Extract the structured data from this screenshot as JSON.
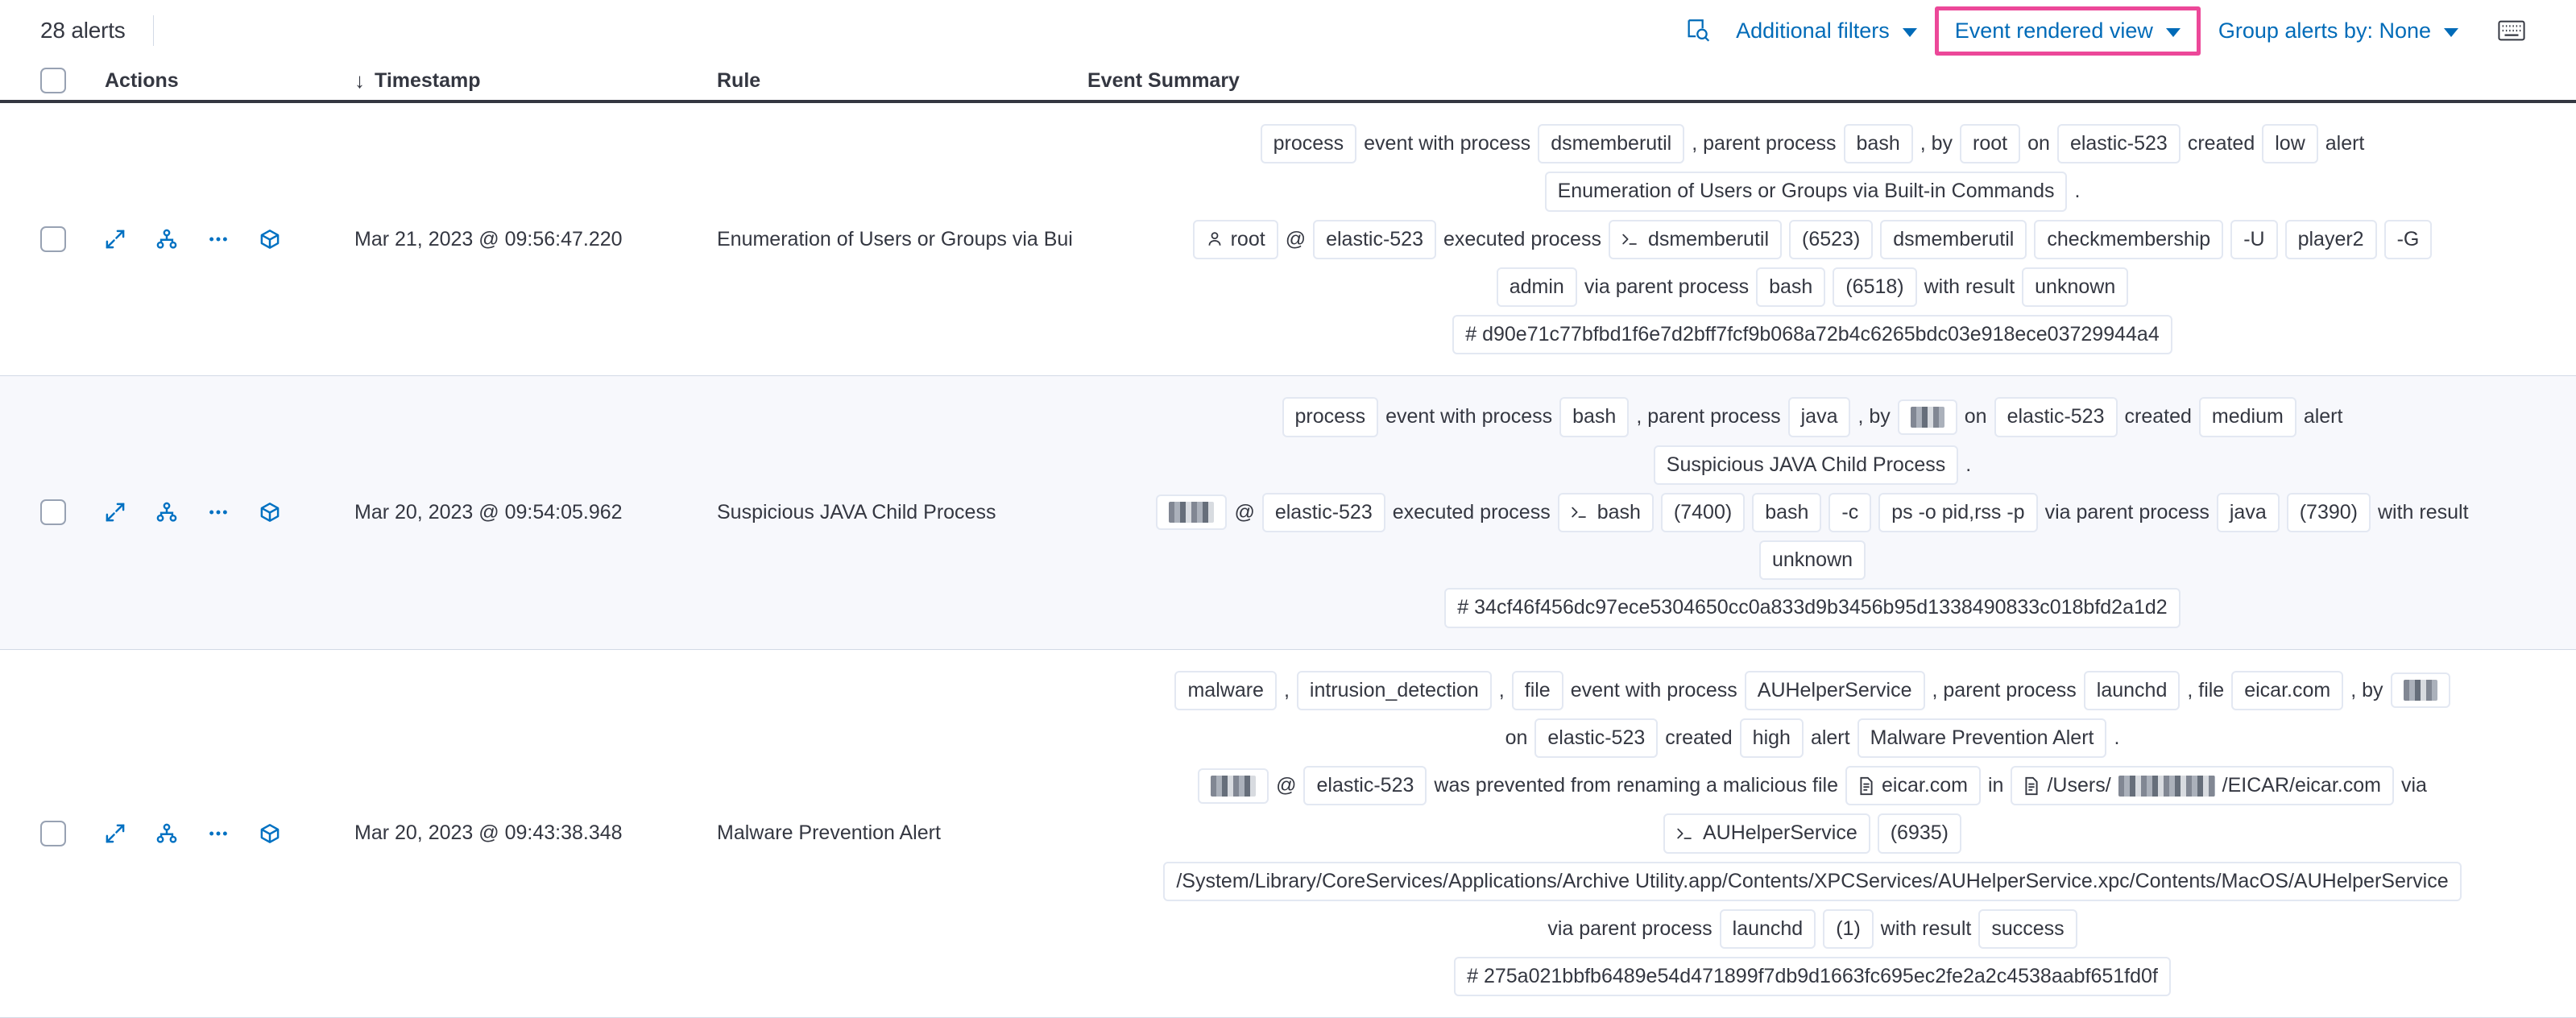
{
  "header": {
    "alerts_count": "28 alerts",
    "additional_filters": "Additional filters",
    "event_rendered_view": "Event rendered view",
    "group_alerts_by": "Group alerts by: None",
    "inspect_icon": "inspect-search-icon",
    "keyboard_icon": "keyboard-shortcuts-icon",
    "highlight_color": "#ec4899",
    "link_color": "#006bb8"
  },
  "columns": {
    "actions": "Actions",
    "timestamp": "Timestamp",
    "rule": "Rule",
    "event_summary": "Event Summary",
    "sort_direction": "↓"
  },
  "rows": [
    {
      "timestamp": "Mar 21, 2023 @ 09:56:47.220",
      "rule": "Enumeration of Users or Groups via Bui",
      "severity": "low",
      "host": "elastic-523",
      "hash": "# d90e71c77bfbd1f6e7d2bff7fcf9b068a72b4c6265bdc03e918ece03729944a4",
      "lines": [
        [
          {
            "t": "chip",
            "v": "process"
          },
          {
            "t": "txt",
            "v": "event with process"
          },
          {
            "t": "chip",
            "v": "dsmemberutil"
          },
          {
            "t": "txt",
            "v": ", parent process"
          },
          {
            "t": "chip",
            "v": "bash"
          },
          {
            "t": "txt",
            "v": ", by"
          },
          {
            "t": "chip",
            "v": "root"
          },
          {
            "t": "txt",
            "v": "on"
          },
          {
            "t": "chip",
            "v": "elastic-523"
          },
          {
            "t": "txt",
            "v": "created"
          },
          {
            "t": "chip",
            "v": "low"
          },
          {
            "t": "txt",
            "v": "alert"
          }
        ],
        [
          {
            "t": "chip",
            "v": "Enumeration of Users or Groups via Built-in Commands"
          },
          {
            "t": "txt",
            "v": "."
          }
        ],
        [
          {
            "t": "chip",
            "v": "root",
            "icon": "user-icon"
          },
          {
            "t": "txt",
            "v": "@"
          },
          {
            "t": "chip",
            "v": "elastic-523"
          },
          {
            "t": "txt",
            "v": "executed process"
          },
          {
            "t": "chip",
            "v": "dsmemberutil",
            "icon": "console-icon"
          },
          {
            "t": "chip",
            "v": "(6523)"
          },
          {
            "t": "chip",
            "v": "dsmemberutil"
          },
          {
            "t": "chip",
            "v": "checkmembership"
          },
          {
            "t": "chip",
            "v": "-U"
          },
          {
            "t": "chip",
            "v": "player2"
          },
          {
            "t": "chip",
            "v": "-G"
          }
        ],
        [
          {
            "t": "chip",
            "v": "admin"
          },
          {
            "t": "txt",
            "v": "via parent process"
          },
          {
            "t": "chip",
            "v": "bash"
          },
          {
            "t": "chip",
            "v": "(6518)"
          },
          {
            "t": "txt",
            "v": "with result"
          },
          {
            "t": "chip",
            "v": "unknown"
          }
        ],
        [
          {
            "t": "chip",
            "v": "# d90e71c77bfbd1f6e7d2bff7fcf9b068a72b4c6265bdc03e918ece03729944a4"
          }
        ]
      ]
    },
    {
      "timestamp": "Mar 20, 2023 @ 09:54:05.962",
      "rule": "Suspicious JAVA Child Process",
      "severity": "medium",
      "host": "elastic-523",
      "hash": "# 34cf46f456dc97ece5304650cc0a833d9b3456b95d1338490833c018bfd2a1d2",
      "lines": [
        [
          {
            "t": "chip",
            "v": "process"
          },
          {
            "t": "txt",
            "v": "event with process"
          },
          {
            "t": "chip",
            "v": "bash"
          },
          {
            "t": "txt",
            "v": ", parent process"
          },
          {
            "t": "chip",
            "v": "java"
          },
          {
            "t": "txt",
            "v": ", by"
          },
          {
            "t": "chip",
            "v": "",
            "redact": 42
          },
          {
            "t": "txt",
            "v": "on"
          },
          {
            "t": "chip",
            "v": "elastic-523"
          },
          {
            "t": "txt",
            "v": "created"
          },
          {
            "t": "chip",
            "v": "medium"
          },
          {
            "t": "txt",
            "v": "alert"
          }
        ],
        [
          {
            "t": "chip",
            "v": "Suspicious JAVA Child Process"
          },
          {
            "t": "txt",
            "v": "."
          }
        ],
        [
          {
            "t": "chip",
            "v": "",
            "redact": 56
          },
          {
            "t": "txt",
            "v": "@"
          },
          {
            "t": "chip",
            "v": "elastic-523"
          },
          {
            "t": "txt",
            "v": "executed process"
          },
          {
            "t": "chip",
            "v": "bash",
            "icon": "console-icon"
          },
          {
            "t": "chip",
            "v": "(7400)"
          },
          {
            "t": "chip",
            "v": "bash"
          },
          {
            "t": "chip",
            "v": "-c"
          },
          {
            "t": "chip",
            "v": "ps -o pid,rss -p"
          },
          {
            "t": "txt",
            "v": "via parent process"
          },
          {
            "t": "chip",
            "v": "java"
          },
          {
            "t": "chip",
            "v": "(7390)"
          },
          {
            "t": "txt",
            "v": "with result"
          }
        ],
        [
          {
            "t": "chip",
            "v": "unknown"
          }
        ],
        [
          {
            "t": "chip",
            "v": "# 34cf46f456dc97ece5304650cc0a833d9b3456b95d1338490833c018bfd2a1d2"
          }
        ]
      ]
    },
    {
      "timestamp": "Mar 20, 2023 @ 09:43:38.348",
      "rule": "Malware Prevention Alert",
      "severity": "high",
      "host": "elastic-523",
      "hash": "# 275a021bbfb6489e54d471899f7db9d1663fc695ec2fe2a2c4538aabf651fd0f",
      "lines": [
        [
          {
            "t": "chip",
            "v": "malware"
          },
          {
            "t": "txt",
            "v": ","
          },
          {
            "t": "chip",
            "v": "intrusion_detection"
          },
          {
            "t": "txt",
            "v": ","
          },
          {
            "t": "chip",
            "v": "file"
          },
          {
            "t": "txt",
            "v": "event with process"
          },
          {
            "t": "chip",
            "v": "AUHelperService"
          },
          {
            "t": "txt",
            "v": ", parent process"
          },
          {
            "t": "chip",
            "v": "launchd"
          },
          {
            "t": "txt",
            "v": ", file"
          },
          {
            "t": "chip",
            "v": "eicar.com"
          },
          {
            "t": "txt",
            "v": ", by"
          },
          {
            "t": "chip",
            "v": "",
            "redact": 42
          }
        ],
        [
          {
            "t": "txt",
            "v": "on"
          },
          {
            "t": "chip",
            "v": "elastic-523"
          },
          {
            "t": "txt",
            "v": "created"
          },
          {
            "t": "chip",
            "v": "high"
          },
          {
            "t": "txt",
            "v": "alert"
          },
          {
            "t": "chip",
            "v": "Malware Prevention Alert"
          },
          {
            "t": "txt",
            "v": "."
          }
        ],
        [
          {
            "t": "chip",
            "v": "",
            "redact": 56
          },
          {
            "t": "txt",
            "v": "@"
          },
          {
            "t": "chip",
            "v": "elastic-523"
          },
          {
            "t": "txt",
            "v": "was prevented from renaming a malicious file"
          },
          {
            "t": "chip",
            "v": "eicar.com",
            "icon": "file-icon"
          },
          {
            "t": "txt",
            "v": "in"
          },
          {
            "t": "chip",
            "v": "/Users/",
            "suffix": "/EICAR/eicar.com",
            "icon": "file-icon",
            "redact": 120
          },
          {
            "t": "txt",
            "v": "via"
          }
        ],
        [
          {
            "t": "chip",
            "v": "AUHelperService",
            "icon": "console-icon"
          },
          {
            "t": "chip",
            "v": "(6935)"
          }
        ],
        [
          {
            "t": "chip",
            "v": "/System/Library/CoreServices/Applications/Archive Utility.app/Contents/XPCServices/AUHelperService.xpc/Contents/MacOS/AUHelperService"
          }
        ],
        [
          {
            "t": "txt",
            "v": "via parent process"
          },
          {
            "t": "chip",
            "v": "launchd"
          },
          {
            "t": "chip",
            "v": "(1)"
          },
          {
            "t": "txt",
            "v": "with result"
          },
          {
            "t": "chip",
            "v": "success"
          }
        ],
        [
          {
            "t": "chip",
            "v": "# 275a021bbfb6489e54d471899f7db9d1663fc695ec2fe2a2c4538aabf651fd0f"
          }
        ]
      ]
    }
  ],
  "row_actions": {
    "expand": "expand-icon",
    "analyzer": "analyzer-graph-icon",
    "more": "more-actions-icon",
    "session": "session-view-icon"
  }
}
